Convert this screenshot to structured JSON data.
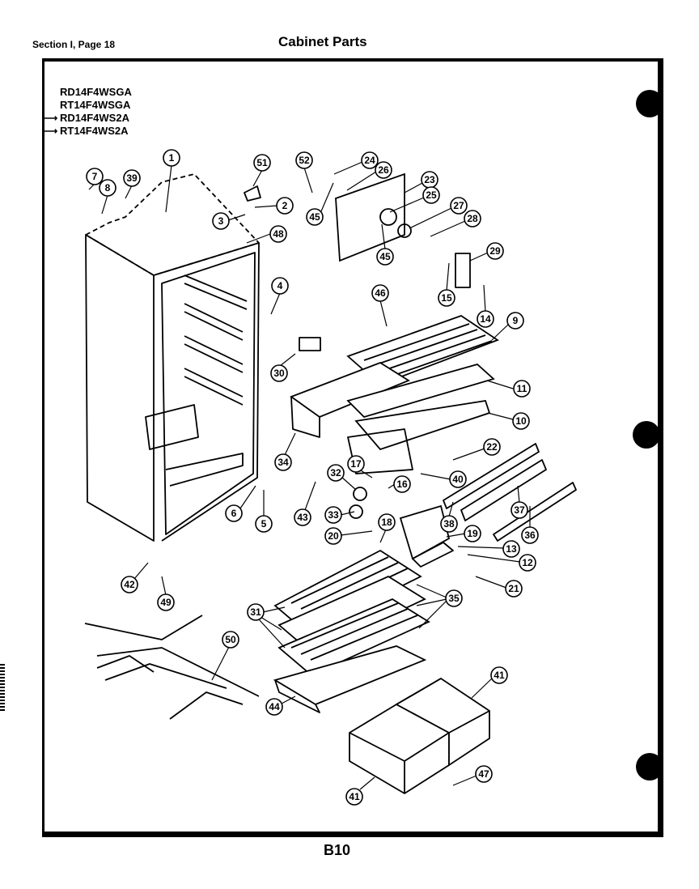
{
  "header": {
    "section_page": "Section I, Page 18",
    "title": "Cabinet Parts"
  },
  "models": [
    {
      "code": "RD14F4WSGA",
      "arrow": false
    },
    {
      "code": "RT14F4WSGA",
      "arrow": false
    },
    {
      "code": "RD14F4WS2A",
      "arrow": true
    },
    {
      "code": "RT14F4WS2A",
      "arrow": true
    }
  ],
  "footer": {
    "page_code": "B10"
  },
  "callouts": [
    "1",
    "2",
    "3",
    "4",
    "5",
    "6",
    "7",
    "8",
    "39",
    "51",
    "48",
    "52",
    "24",
    "26",
    "23",
    "25",
    "27",
    "28",
    "45",
    "45",
    "29",
    "15",
    "14",
    "46",
    "9",
    "30",
    "11",
    "10",
    "34",
    "22",
    "17",
    "16",
    "40",
    "32",
    "33",
    "43",
    "18",
    "20",
    "38",
    "19",
    "13",
    "12",
    "21",
    "37",
    "36",
    "42",
    "49",
    "31",
    "35",
    "50",
    "44",
    "41",
    "41",
    "47"
  ]
}
